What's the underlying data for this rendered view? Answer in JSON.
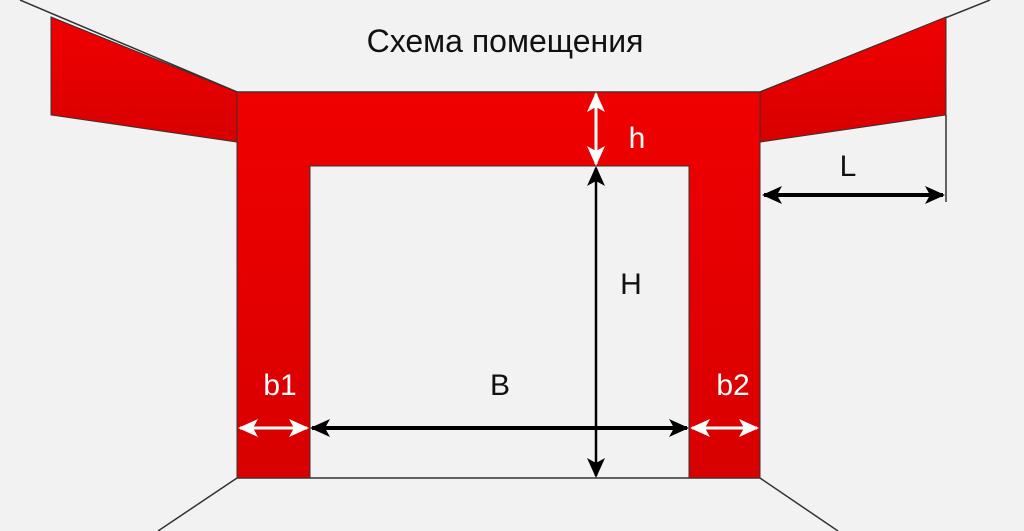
{
  "title": "Схема помещения",
  "labels": {
    "h": "h",
    "H": "H",
    "B": "B",
    "b1": "b1",
    "b2": "b2",
    "L": "L"
  },
  "colors": {
    "red": "#e60000",
    "background": "#f2f2f2",
    "line": "#333333"
  }
}
